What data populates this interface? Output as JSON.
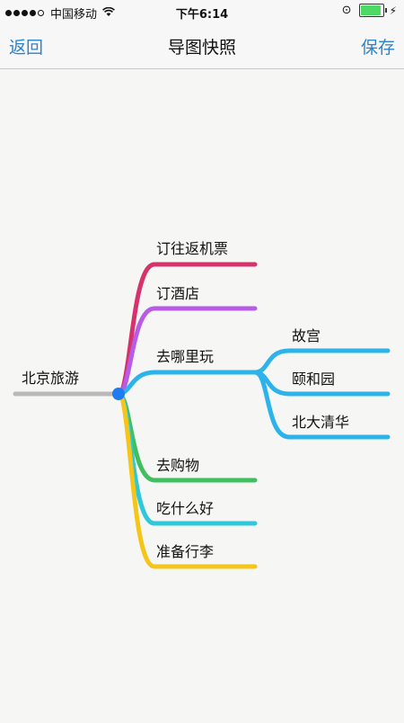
{
  "status": {
    "carrier": "中国移动",
    "time": "下午6:14",
    "battery_level": 0.95
  },
  "nav": {
    "back_label": "返回",
    "title": "导图快照",
    "save_label": "保存"
  },
  "mindmap": {
    "root": "北京旅游",
    "branches": [
      {
        "label": "订往返机票",
        "color": "#d6336c"
      },
      {
        "label": "订酒店",
        "color": "#b85ce8"
      },
      {
        "label": "去哪里玩",
        "color": "#2cb3ec",
        "children": [
          "故宫",
          "颐和园",
          "北大清华"
        ]
      },
      {
        "label": "去购物",
        "color": "#3fc060"
      },
      {
        "label": "吃什么好",
        "color": "#2ec8da"
      },
      {
        "label": "准备行李",
        "color": "#f5c518"
      }
    ],
    "root_line_color": "#b9b9b9",
    "root_dot_color": "#1f7cf0"
  }
}
